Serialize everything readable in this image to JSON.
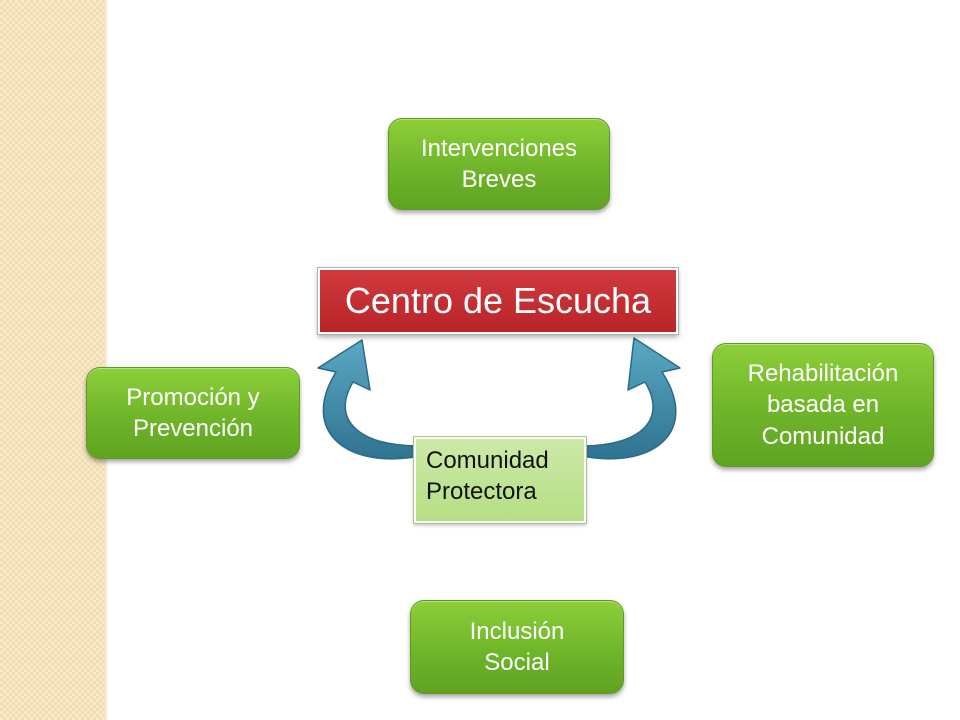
{
  "colors": {
    "green_box": "#6fb52a",
    "center_red": "#c32d31",
    "inner_light_green": "#bfe293",
    "arrow_blue": "#3e8aa6",
    "side_strip": "#f1ddb0"
  },
  "diagram": {
    "center": {
      "label": "Centro de Escucha"
    },
    "community": {
      "line1": "Comunidad",
      "line2": "Protectora"
    },
    "nodes": {
      "intervenciones": {
        "line1": "Intervenciones",
        "line2": "Breves"
      },
      "promocion": {
        "line1": "Promoción y",
        "line2": "Prevención"
      },
      "rehabilitacion": {
        "line1": "Rehabilitación",
        "line2": "basada en",
        "line3": "Comunidad"
      },
      "inclusion": {
        "line1": "Inclusión",
        "line2": "Social"
      }
    },
    "arrows": [
      {
        "from": "community",
        "to": "center",
        "icon": "curved-arrow-left-icon"
      },
      {
        "from": "community",
        "to": "center",
        "icon": "curved-arrow-right-icon"
      }
    ]
  }
}
